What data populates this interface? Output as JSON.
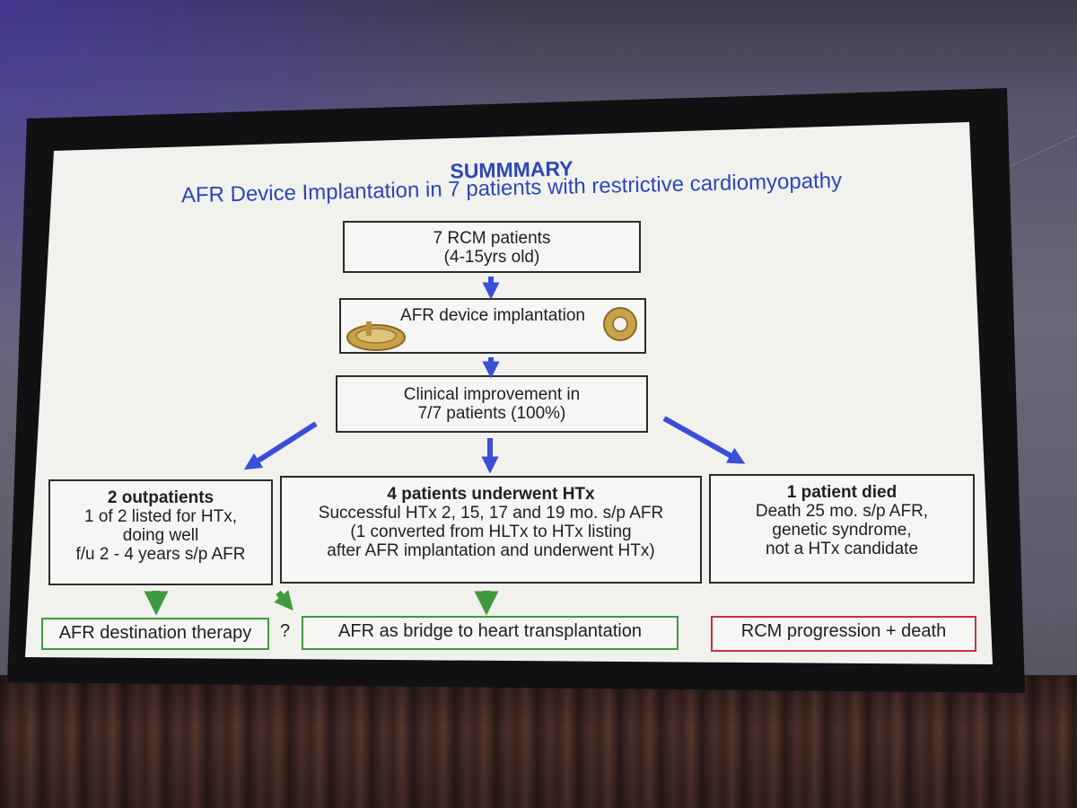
{
  "slide": {
    "title": "SUMMMARY",
    "subtitle": "AFR Device Implantation in 7 patients with restrictive cardiomyopathy",
    "nodes": {
      "start": {
        "lines": [
          "7 RCM patients",
          "(4-15yrs old)"
        ]
      },
      "implant": {
        "label": "AFR device implantation"
      },
      "improve": {
        "lines": [
          "Clinical improvement in",
          "7/7 patients (100%)"
        ]
      },
      "outpatients": {
        "heading": "2 outpatients",
        "lines": [
          "1 of 2 listed for HTx,",
          "doing well",
          "f/u 2 - 4 years s/p AFR"
        ]
      },
      "htx": {
        "heading": "4 patients underwent HTx",
        "lines": [
          "Successful HTx 2, 15, 17 and 19 mo. s/p AFR",
          "(1 converted from HLTx to HTx listing",
          "after AFR implantation and underwent HTx)"
        ]
      },
      "died": {
        "heading": "1 patient died",
        "lines": [
          "Death 25 mo. s/p AFR,",
          "genetic syndrome,",
          "not a HTx candidate"
        ]
      }
    },
    "outcomes": {
      "destination": "AFR destination therapy",
      "question": "?",
      "bridge": "AFR as bridge to heart transplantation",
      "death": "RCM progression + death"
    },
    "colors": {
      "title_blue": "#2c46b8",
      "arrow_blue": "#3a4fd6",
      "arrow_green": "#3e9a3e",
      "outcome_green": "#3e9a3e",
      "outcome_red": "#c8323a"
    }
  }
}
